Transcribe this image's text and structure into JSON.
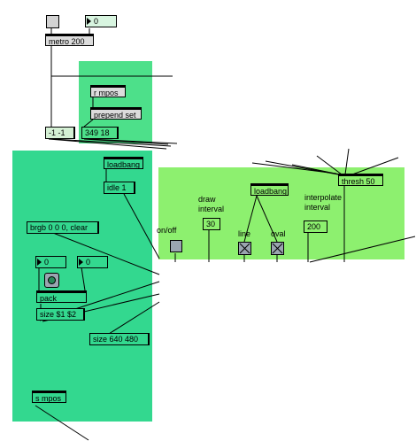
{
  "colors": {
    "left_panel": "#33d88f",
    "right_panel": "#8df06f",
    "top_panel": "#4de08a"
  },
  "objects": {
    "metro": "metro 200",
    "metro_number": "0",
    "r_mpos": "r mpos",
    "prepend_set": "prepend set",
    "coords_message": "349 18",
    "minus_one": "-1 -1",
    "loadbang_left": "loadbang",
    "idle_message": "idle 1",
    "clear_message": "brgb 0 0 0, clear",
    "number_left": "0",
    "number_right": "0",
    "pack": "pack",
    "size_message": "size $1 $2",
    "size_640": "size 640 480",
    "s_mpos": "s mpos",
    "thresh": "thresh 50",
    "loadbang_right": "loadbang",
    "draw_interval_value": "30",
    "interpolate_interval_value": "200"
  },
  "labels": {
    "on_off": "on/off",
    "draw_interval": "draw\ninterval",
    "line": "line",
    "oval": "oval",
    "interpolate_interval": "interpolate\ninterval"
  }
}
